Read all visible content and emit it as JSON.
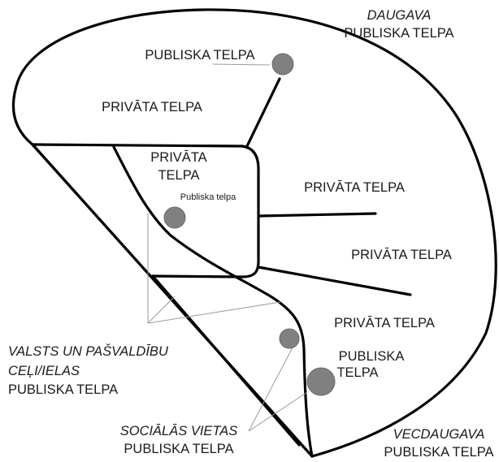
{
  "labels": {
    "daugava_name": "DAUGAVA",
    "daugava_type": "PUBLISKA TELPA",
    "top_public": "PUBLISKA TELPA",
    "private_top_left": "PRIVĀTA TELPA",
    "private_center_line1": "PRIVĀTA",
    "private_center_line2": "TELPA",
    "public_small": "Publiska telpa",
    "private_right_upper": "PRIVĀTA TELPA",
    "private_right_middle": "PRIVĀTA TELPA",
    "private_lower": "PRIVĀTA TELPA",
    "public_lower_line1": "PUBLISKA",
    "public_lower_line2": "TELPA",
    "roads_line1": "VALSTS UN PAŠVALDĪBU",
    "roads_line2": "CEĻI/IELAS",
    "roads_type": "PUBLISKA TELPA",
    "social_name": "SOCIĀLĀS VIETAS",
    "social_type": "PUBLISKA TELPA",
    "vecdaugava_name": "VECDAUGAVA",
    "vecdaugava_type": "PUBLISKA TELPA"
  },
  "colors": {
    "outline": "#000000",
    "leader_line": "#9a9a9a",
    "public_dot": "#808080",
    "text": "#1a1a1a"
  }
}
